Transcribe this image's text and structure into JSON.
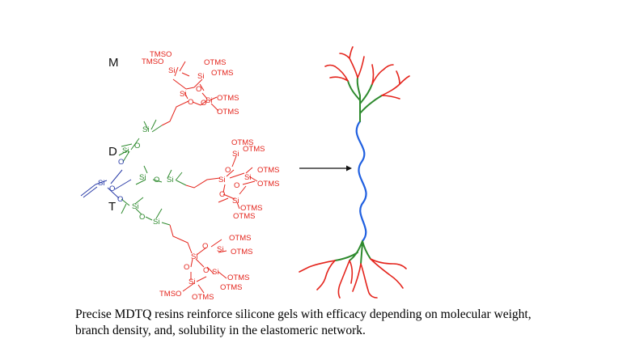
{
  "structure_labels": {
    "m": "M",
    "d": "D",
    "t": "T"
  },
  "atoms": {
    "si": "Si",
    "o": "O"
  },
  "groups": {
    "otms": "OTMS",
    "tmso": "TMSO"
  },
  "caption": {
    "line1": "Precise MDTQ resins reinforce silicone gels with efficacy depending on molecular weight,",
    "line2": "branch density, and, solubility in the elastomeric network."
  },
  "colors": {
    "siloxane_red": "#e4241c",
    "branch_green": "#2e8a2e",
    "core_blue": "#2a3ca8",
    "chain_blue": "#1f5fe0",
    "text": "#111111"
  }
}
